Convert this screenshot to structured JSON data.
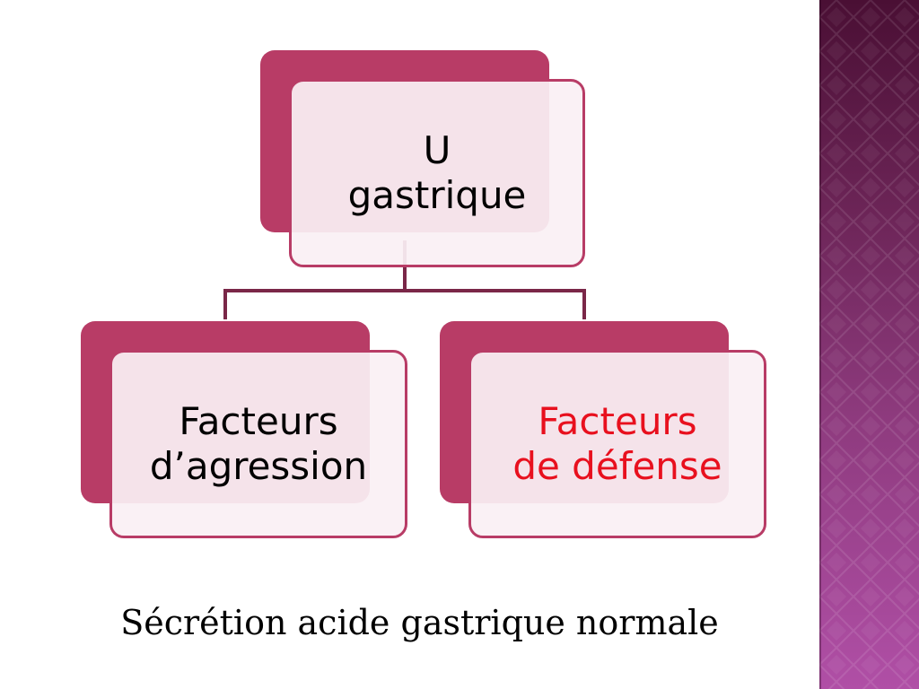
{
  "diagram": {
    "root": {
      "lines": [
        "U",
        "gastrique"
      ]
    },
    "children": [
      {
        "lines": [
          "Facteurs",
          "d’agression"
        ],
        "color": "#000000"
      },
      {
        "lines": [
          "Facteurs",
          "de défense"
        ],
        "color": "#e8101e"
      }
    ]
  },
  "caption": "Sécrétion acide gastrique normale",
  "colors": {
    "accent": "#b83c66",
    "box_fill": "#faf0f4",
    "connector": "#7a2748",
    "side_band_top": "#4a0f34",
    "side_band_bottom": "#b04fa6"
  }
}
